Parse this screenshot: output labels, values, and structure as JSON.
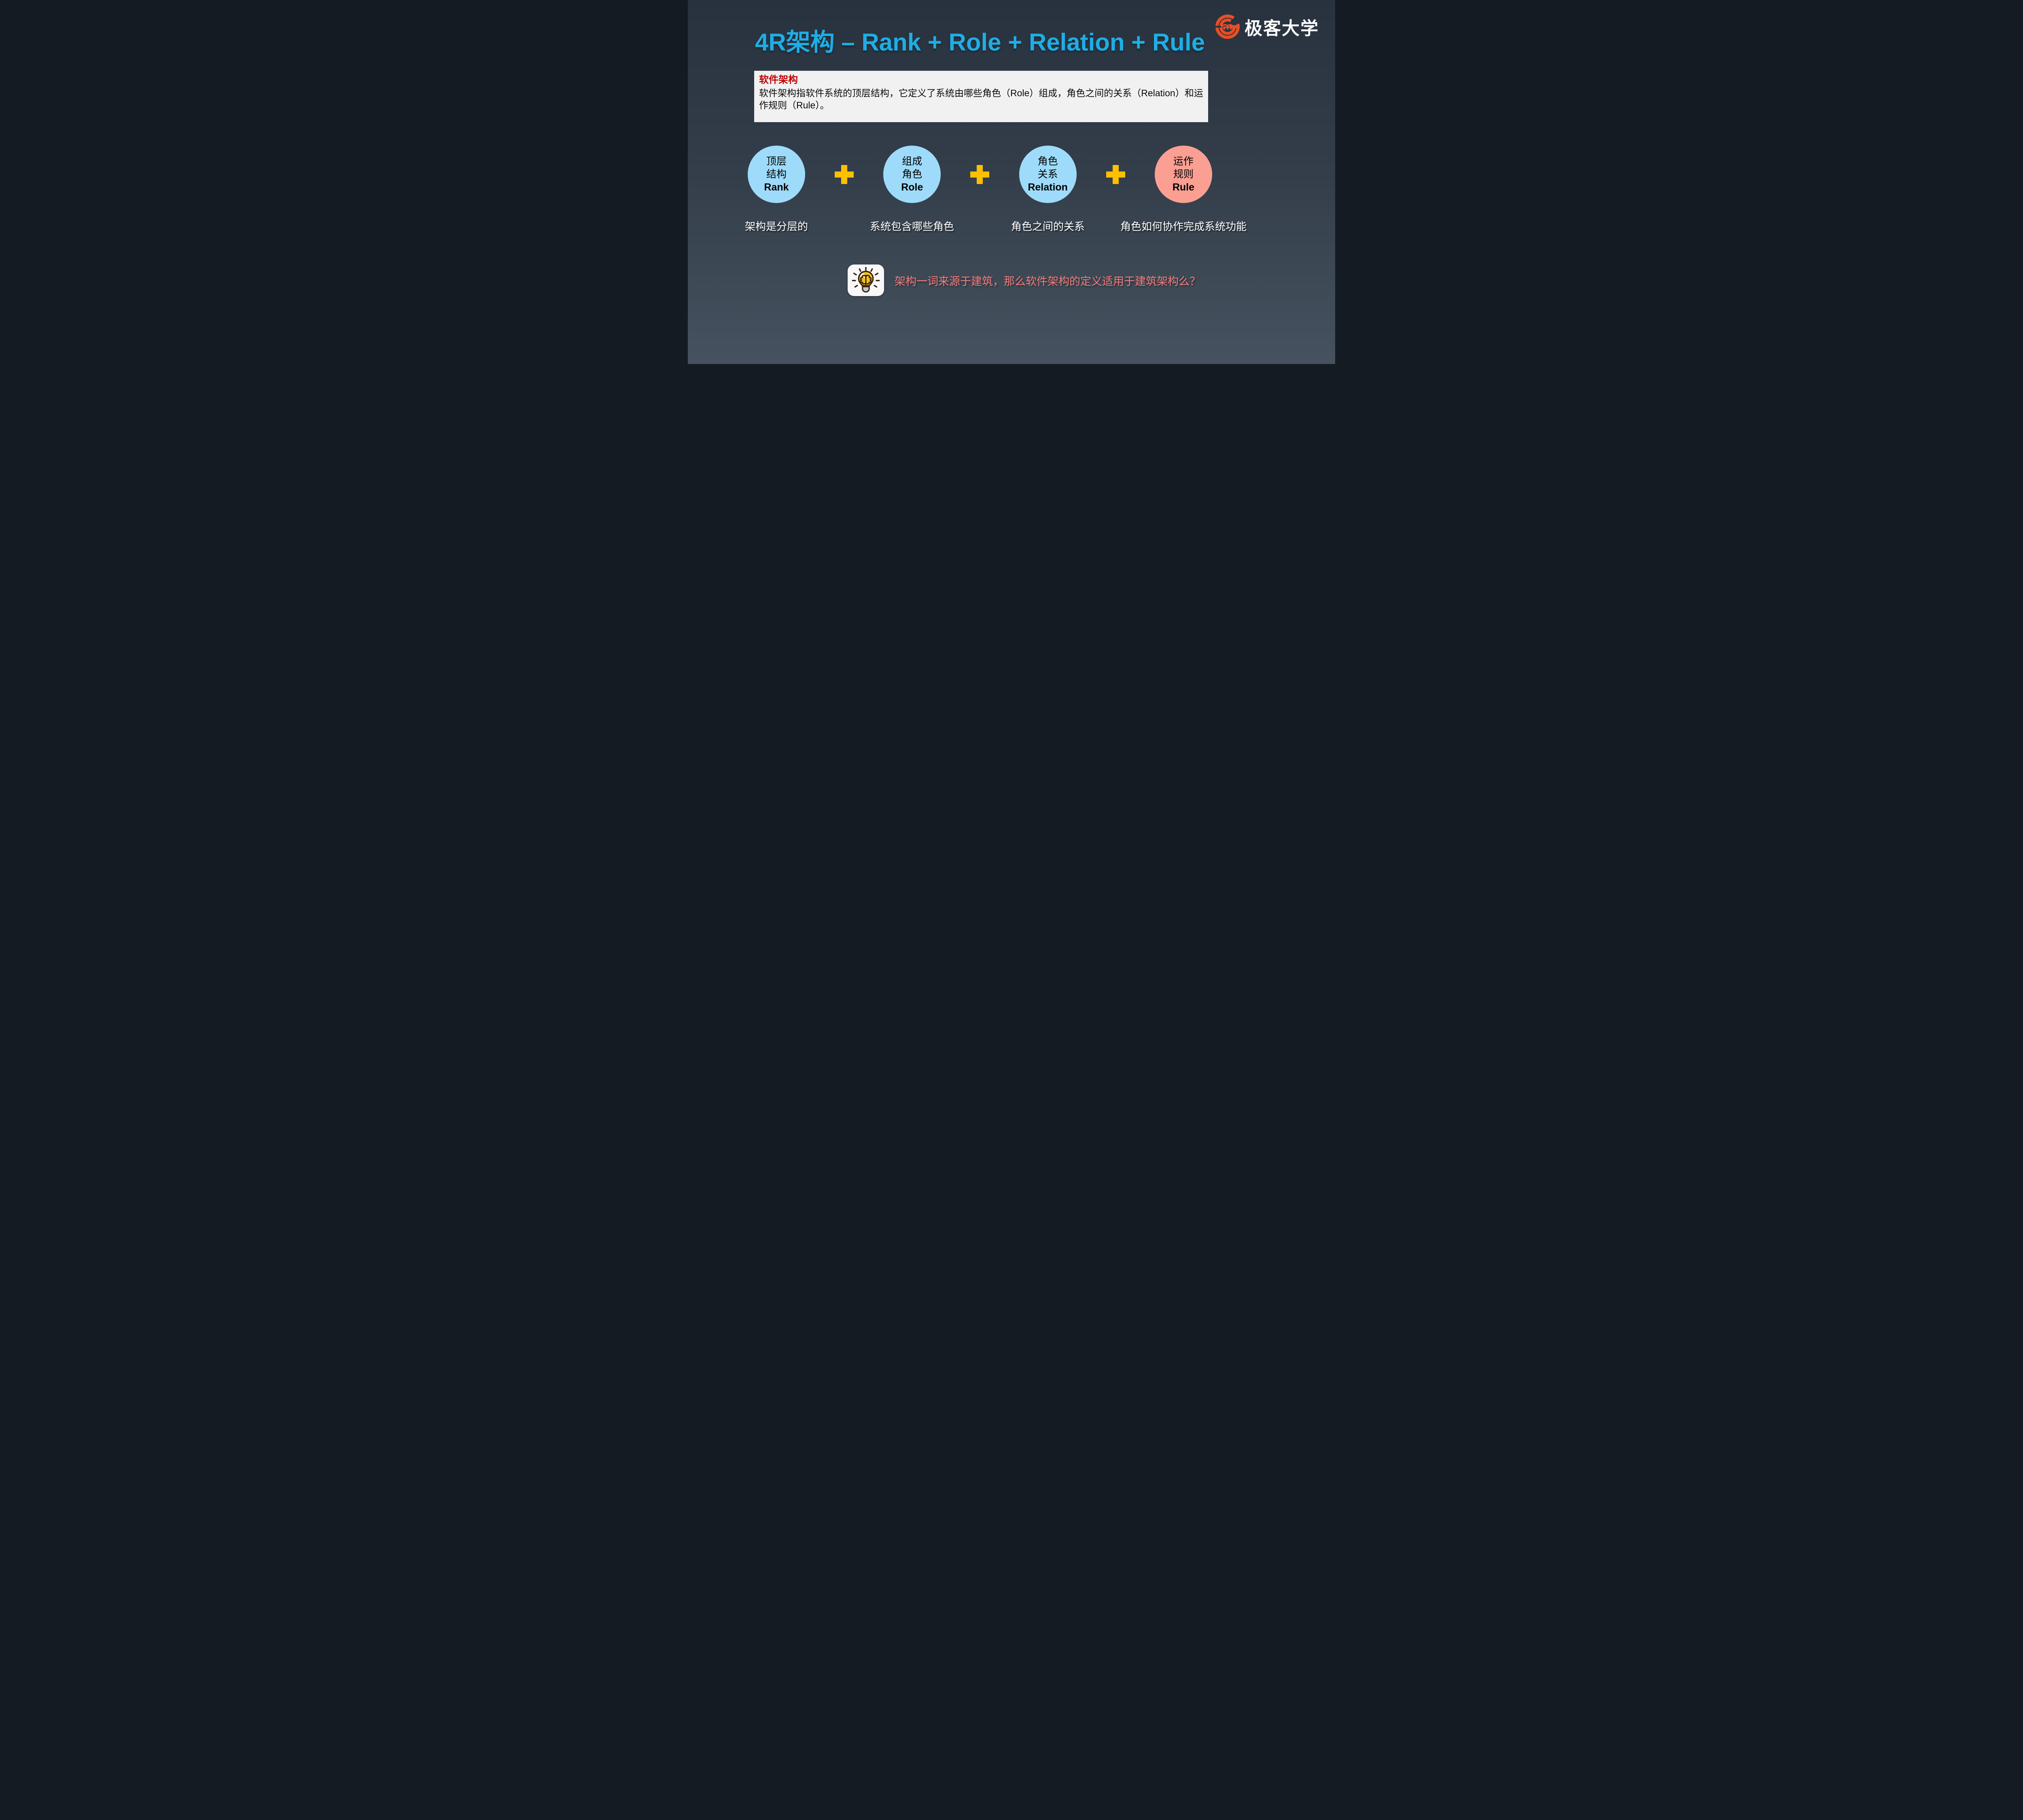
{
  "title": "4R架构 – Rank + Role + Relation + Rule",
  "logo": {
    "name": "极客大学"
  },
  "definition": {
    "heading": "软件架构",
    "body": "软件架构指软件系统的顶层结构，它定义了系统由哪些角色（Role）组成，角色之间的关系（Relation）和运作规则（Rule）。"
  },
  "concepts": [
    {
      "zh1": "顶层",
      "zh2": "结构",
      "en": "Rank",
      "caption": "架构是分层的"
    },
    {
      "zh1": "组成",
      "zh2": "角色",
      "en": "Role",
      "caption": "系统包含哪些角色"
    },
    {
      "zh1": "角色",
      "zh2": "关系",
      "en": "Relation",
      "caption": "角色之间的关系"
    },
    {
      "zh1": "运作",
      "zh2": "规则",
      "en": "Rule",
      "caption": "角色如何协作完成系统功能",
      "variant": "pink"
    }
  ],
  "question": "架构一词来源于建筑，那么软件架构的定义适用于建筑架构么？",
  "icons": {
    "logo_icon": "geek-university-g-icon",
    "hint_icon": "lightbulb-brain-icon",
    "plus_icon": "plus-icon"
  },
  "colors": {
    "title_cyan": "#1FADE5",
    "heading_red": "#C00000",
    "box_gray": "#F1F1F1",
    "circle_blue": "#9EDBFA",
    "circle_pink": "#FC9F93",
    "plus_yellow": "#FFC000",
    "question_red": "#F47C7C",
    "logo_orange": "#E94E25",
    "bg_top": "#27323E",
    "bg_mid": "#333E4A",
    "bg_bottom": "#46525F"
  }
}
